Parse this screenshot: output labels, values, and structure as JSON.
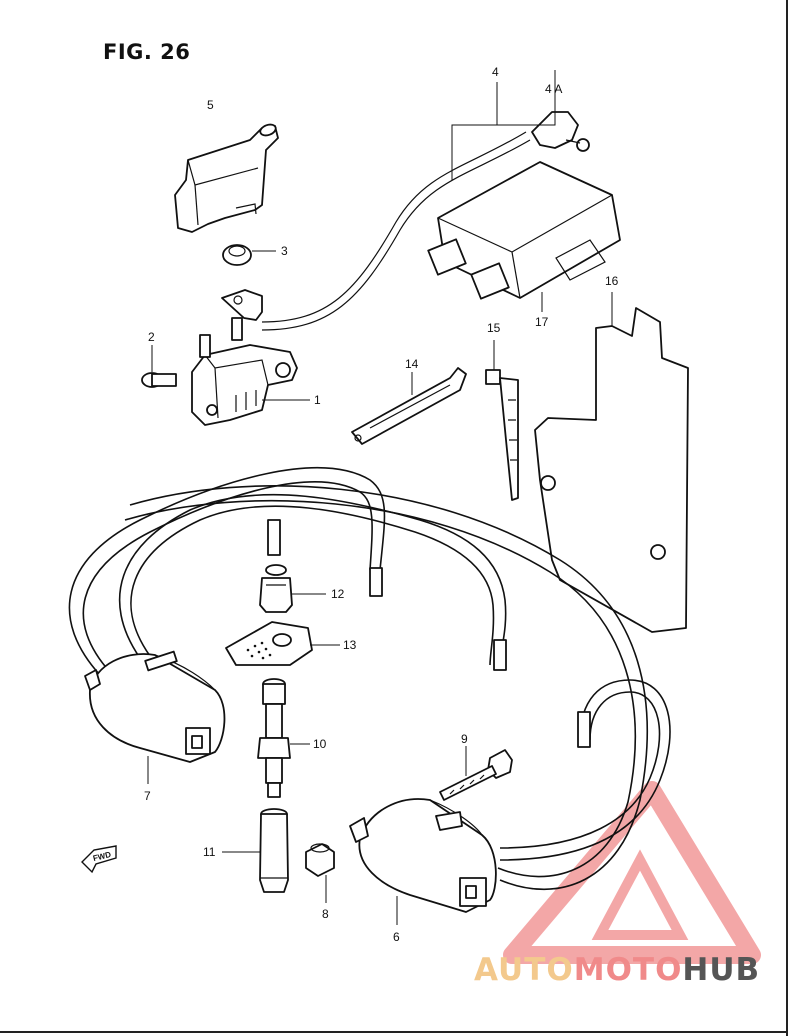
{
  "figure": {
    "title": "FIG. 26"
  },
  "callouts": [
    {
      "id": "c1",
      "label": "1"
    },
    {
      "id": "c2",
      "label": "2"
    },
    {
      "id": "c3",
      "label": "3"
    },
    {
      "id": "c4",
      "label": "4"
    },
    {
      "id": "c4a",
      "label": "4 A"
    },
    {
      "id": "c5",
      "label": "5"
    },
    {
      "id": "c6",
      "label": "6"
    },
    {
      "id": "c7",
      "label": "7"
    },
    {
      "id": "c8",
      "label": "8"
    },
    {
      "id": "c9",
      "label": "9"
    },
    {
      "id": "c10",
      "label": "10"
    },
    {
      "id": "c11",
      "label": "11"
    },
    {
      "id": "c12",
      "label": "12"
    },
    {
      "id": "c13",
      "label": "13"
    },
    {
      "id": "c14",
      "label": "14"
    },
    {
      "id": "c15",
      "label": "15"
    },
    {
      "id": "c16",
      "label": "16"
    },
    {
      "id": "c17",
      "label": "17"
    }
  ],
  "fwd_marker": {
    "label": "FWD"
  },
  "watermark": {
    "part1": "AUTO",
    "part2": "MOTO",
    "part3": "HUB",
    "colors": {
      "part1": "#f3c98d",
      "part2": "#f08a8a",
      "part3": "#555555",
      "triangle": "#f08a8a"
    }
  }
}
